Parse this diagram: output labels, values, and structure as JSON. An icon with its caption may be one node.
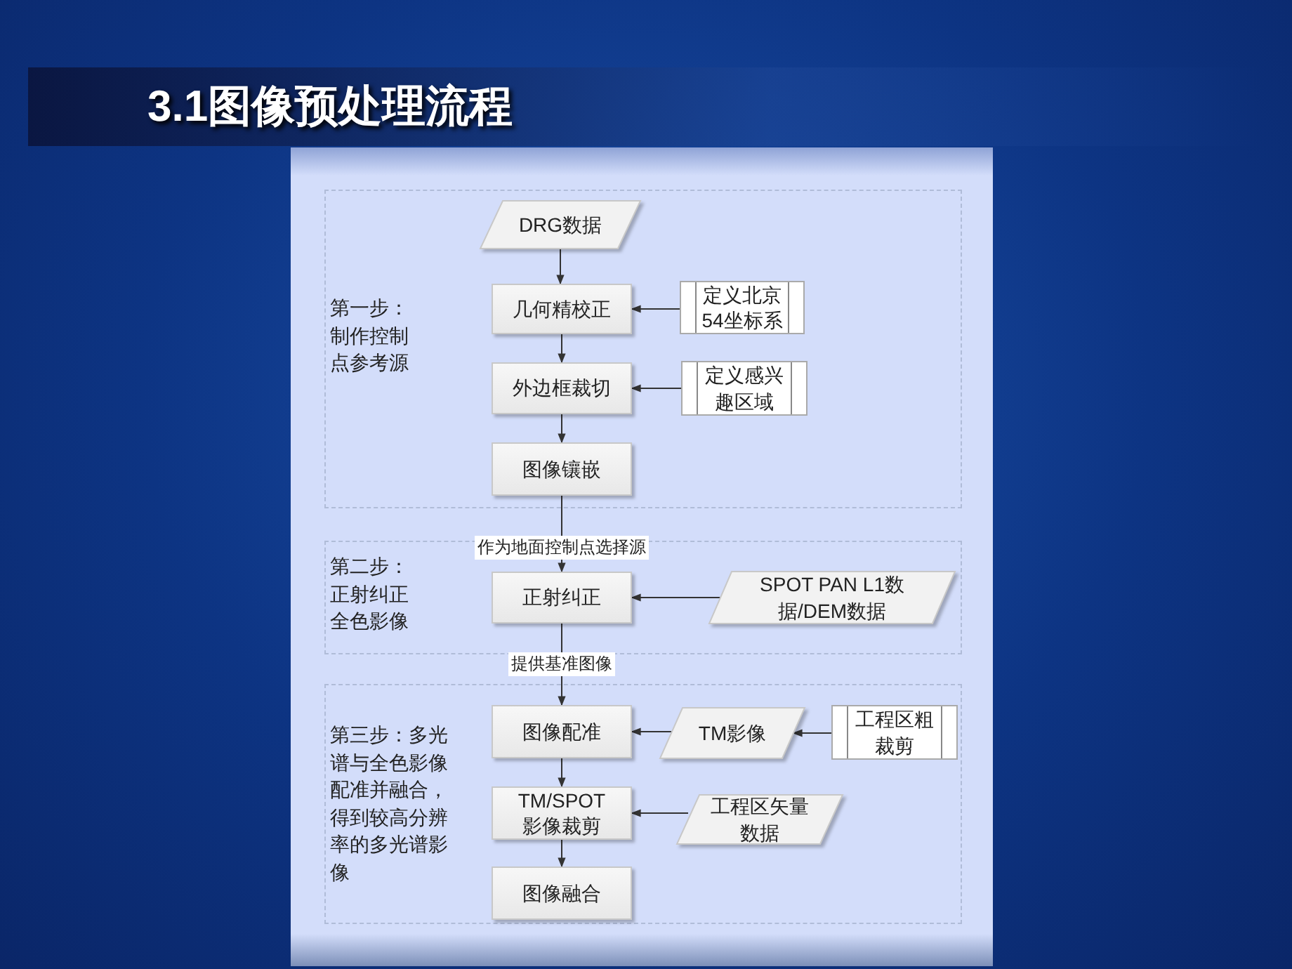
{
  "diagram": {
    "title": "3.1图像预处理流程",
    "nodes": [
      {
        "text": [
          "第一步：制作控制点参考源"
        ]
      },
      {
        "text": [
          "第二步：正射纠正全色影像"
        ]
      },
      {
        "text": [
          "第三步：多光谱与全色影像配准并融合，得到较高分辨率的多光谱影像"
        ]
      },
      {
        "text": [
          "DRG数据"
        ],
        "in": 0
      },
      {
        "text": [
          "几何精校正"
        ],
        "in": 0
      },
      {
        "text": [
          "定义北京54坐标系"
        ],
        "in": 0
      },
      {
        "text": [
          "外边框裁切"
        ],
        "in": 0
      },
      {
        "text": [
          "定义感兴趣区域"
        ],
        "in": 0
      },
      {
        "text": [
          "图像镶嵌"
        ],
        "in": 0
      },
      {
        "text": [
          "正射纠正"
        ],
        "in": 1
      },
      {
        "text": [
          "SPOT PAN L1数据/DEM数据"
        ],
        "in": 1
      },
      {
        "text": [
          "图像配准"
        ],
        "in": 2
      },
      {
        "text": [
          "TM影像"
        ],
        "in": 2
      },
      {
        "text": [
          "工程区粗裁剪"
        ],
        "in": 2
      },
      {
        "text": [
          "TM/SPOT影像裁剪"
        ],
        "in": 2
      },
      {
        "text": [
          "工程区矢量数据"
        ],
        "in": 2
      },
      {
        "text": [
          "图像融合"
        ],
        "in": 2
      }
    ],
    "edges": [
      {
        "from": 3,
        "to": 4,
        "arrow": "to"
      },
      {
        "from": 5,
        "to": 4,
        "arrow": "to"
      },
      {
        "from": 4,
        "to": 6,
        "arrow": "to"
      },
      {
        "from": 7,
        "to": 6,
        "arrow": "to"
      },
      {
        "from": 6,
        "to": 8,
        "arrow": "to"
      },
      {
        "from": 8,
        "to": 9,
        "arrow": "to",
        "label": "作为地面控制点选择源"
      },
      {
        "from": 10,
        "to": 9,
        "arrow": "to"
      },
      {
        "from": 9,
        "to": 11,
        "arrow": "to",
        "label": "提供基准图像"
      },
      {
        "from": 12,
        "to": 11,
        "arrow": "to"
      },
      {
        "from": 13,
        "to": 12,
        "arrow": "to"
      },
      {
        "from": 11,
        "to": 14,
        "arrow": "to"
      },
      {
        "from": 15,
        "to": 14,
        "arrow": "to"
      },
      {
        "from": 14,
        "to": 16,
        "arrow": "to"
      }
    ]
  }
}
